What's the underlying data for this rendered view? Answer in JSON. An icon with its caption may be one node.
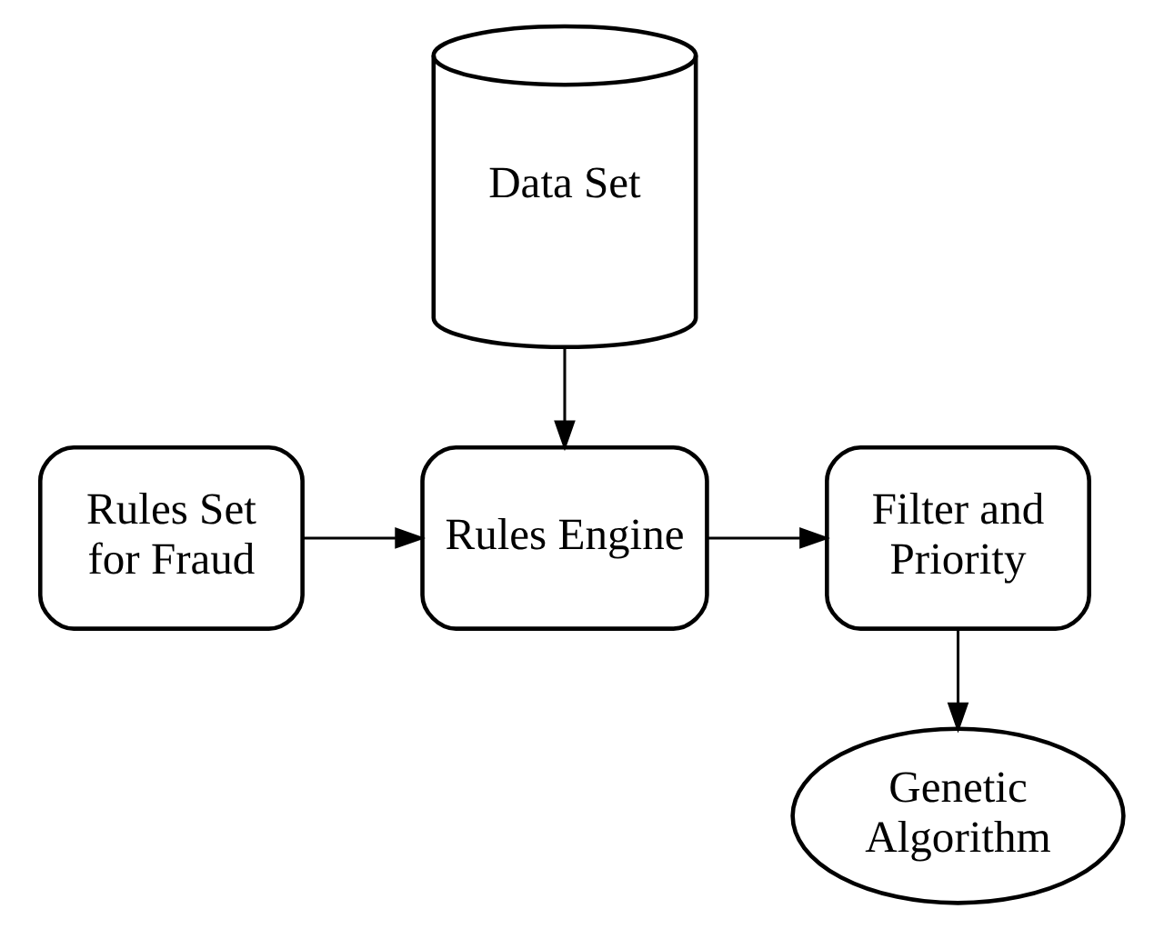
{
  "diagram": {
    "nodes": [
      {
        "text": [
          "Data Set"
        ]
      },
      {
        "text": [
          "Rules Set for Fraud"
        ]
      },
      {
        "text": [
          "Rules Engine"
        ]
      },
      {
        "text": [
          "Filter and Priority"
        ]
      },
      {
        "text": [
          "Genetic Algorithm"
        ]
      }
    ],
    "edges": [
      {
        "from": 0,
        "to": 2,
        "arrow": "to"
      },
      {
        "from": 1,
        "to": 2,
        "arrow": "to"
      },
      {
        "from": 2,
        "to": 3,
        "arrow": "to"
      },
      {
        "from": 3,
        "to": 4,
        "arrow": "to"
      }
    ]
  }
}
